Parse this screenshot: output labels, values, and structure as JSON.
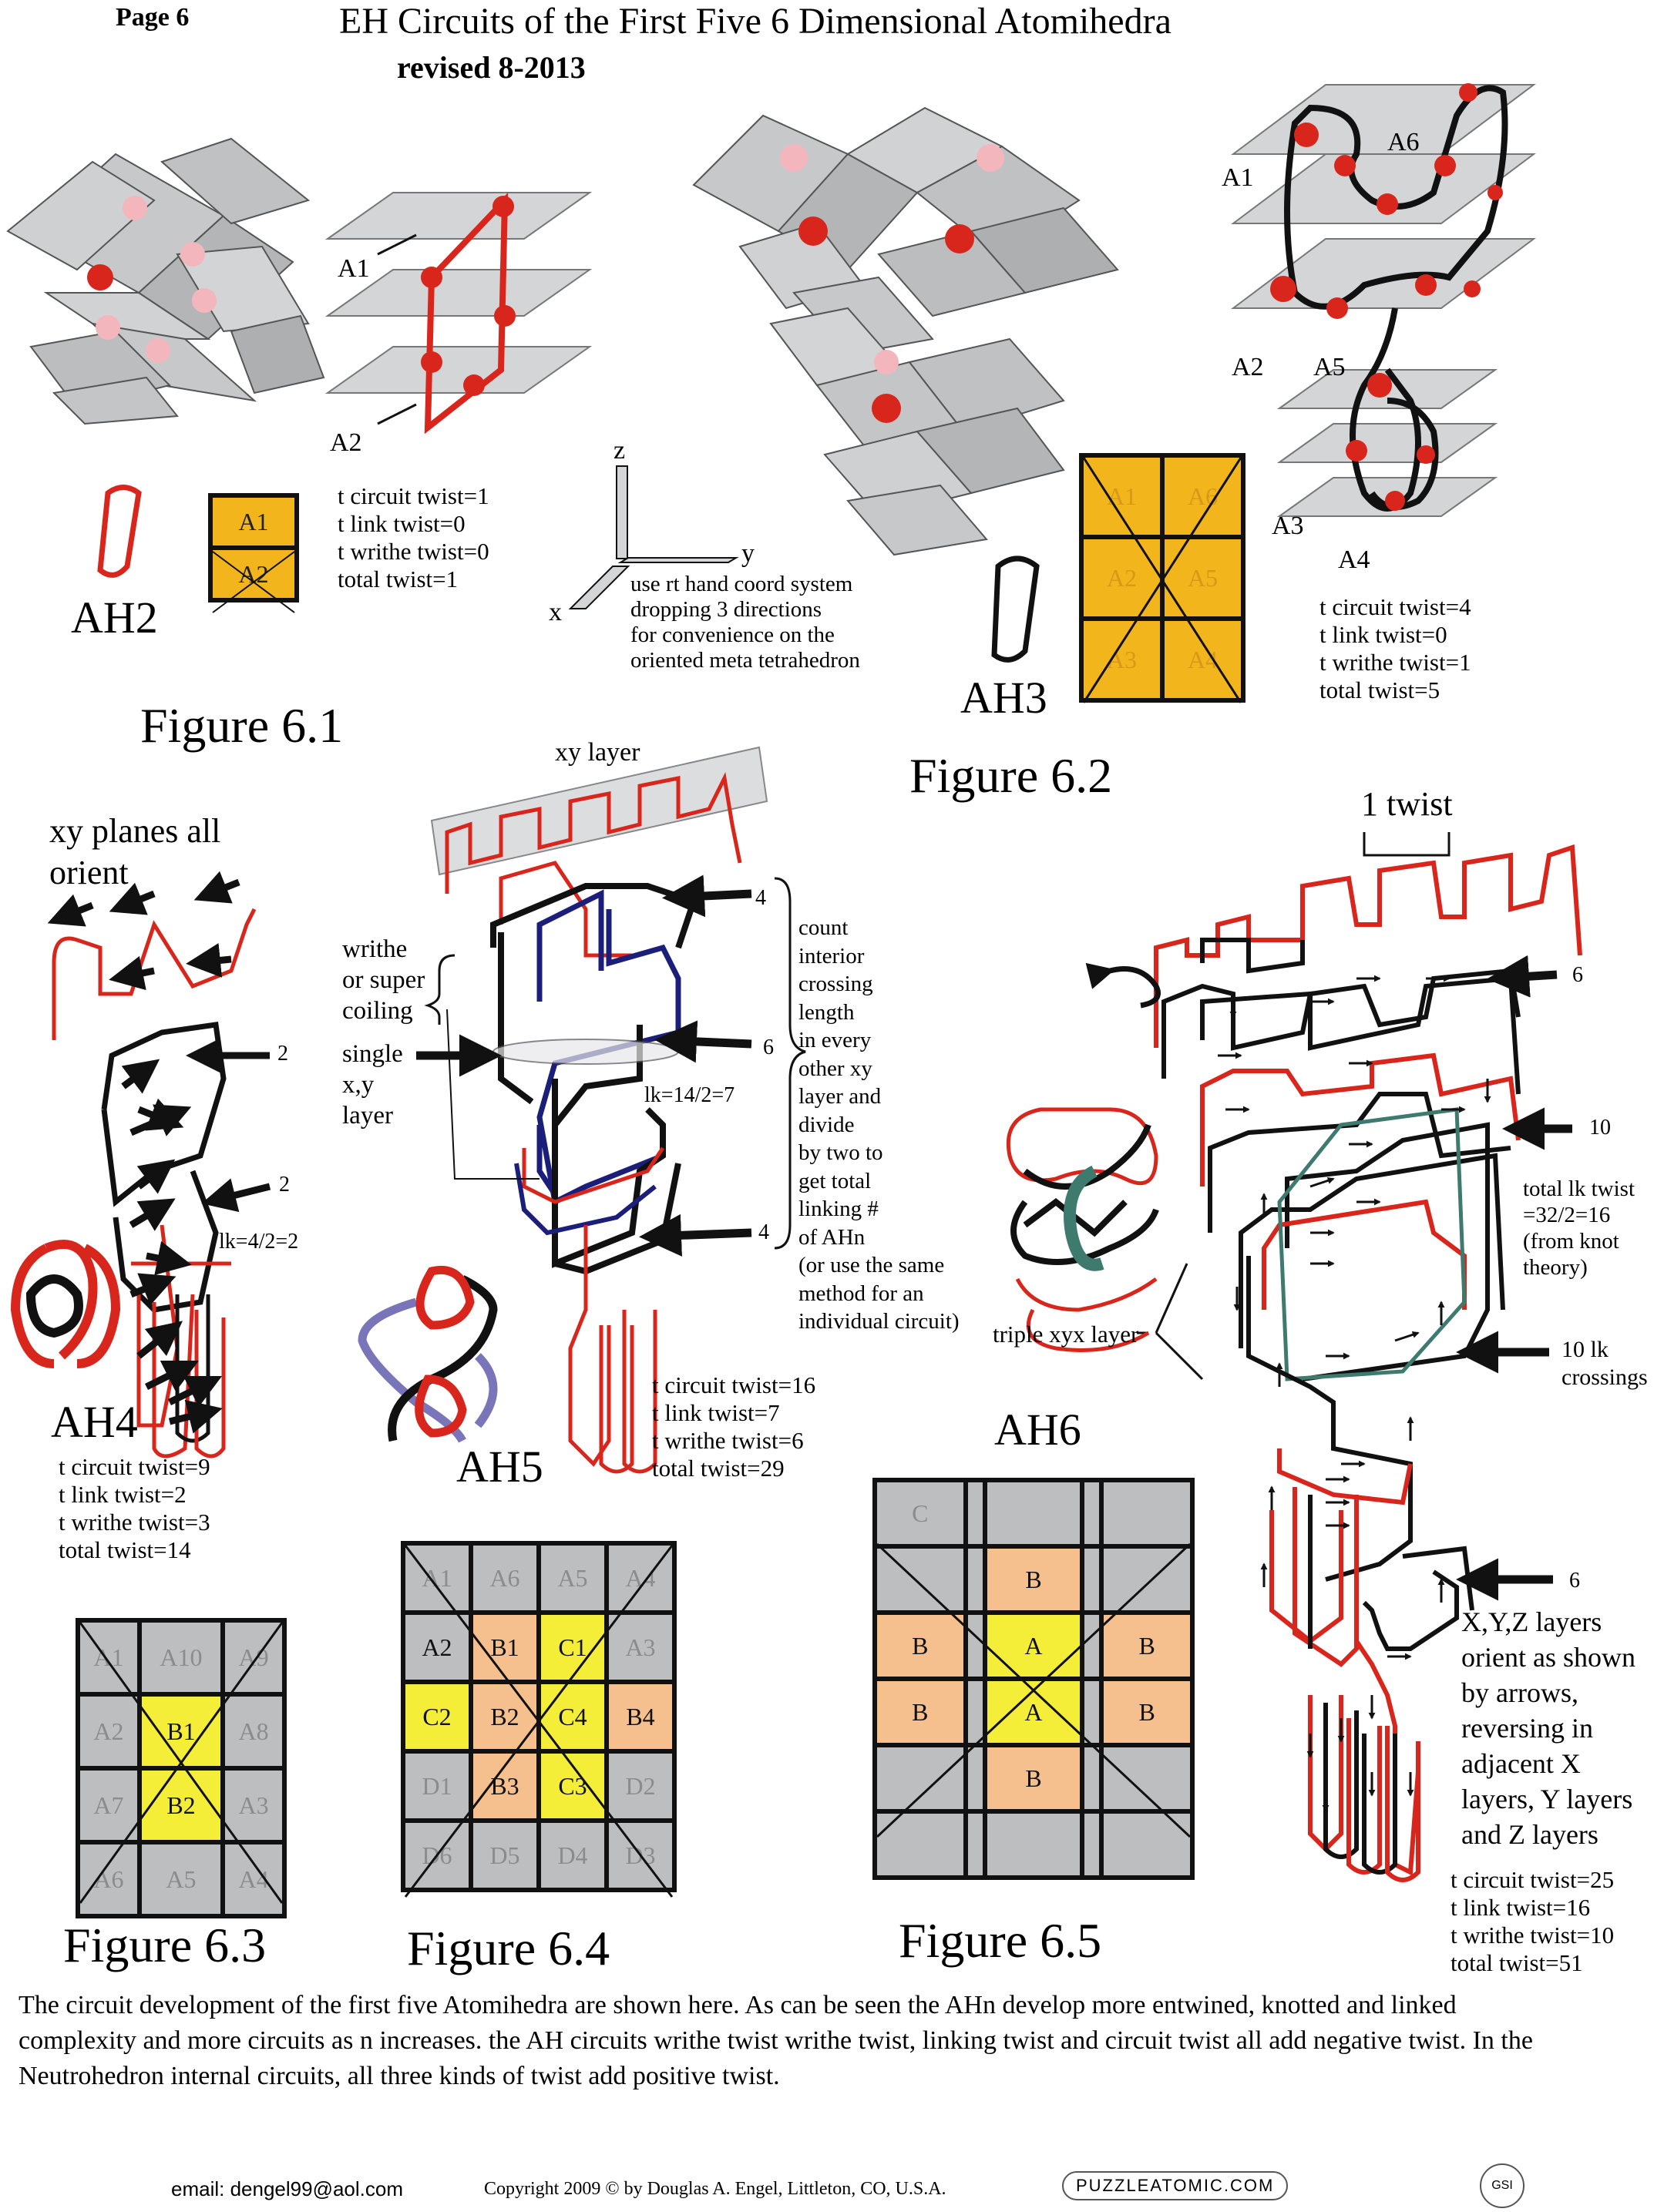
{
  "header": {
    "page": "Page 6",
    "title": "EH Circuits of the First Five  6 Dimensional Atomihedra",
    "revised": "revised 8-2013"
  },
  "colors": {
    "red": "#d9261c",
    "black": "#111111",
    "navy": "#1c1f7a",
    "teal": "#3e7a6e",
    "gold": "#f2b51c",
    "gray_cell": "#bcbec0",
    "yellow_cell": "#f5ee38",
    "peach_cell": "#f5c08d",
    "tile": "#c7c8ca",
    "pink_dot": "#f4b6bd"
  },
  "fig61": {
    "label": "Figure 6.1",
    "ah": "AH2",
    "layer_labels": [
      "A1",
      "A2"
    ],
    "table": [
      [
        "A1"
      ],
      [
        "A2"
      ]
    ],
    "stats": [
      "t circuit twist=1",
      "t link twist=0",
      "t writhe twist=0",
      "total twist=1"
    ]
  },
  "coords": {
    "axes": [
      "z",
      "y",
      "x"
    ],
    "note": [
      "use rt hand coord system",
      "dropping 3 directions",
      "for convenience on the",
      "oriented meta tetrahedron"
    ]
  },
  "fig62": {
    "label": "Figure 6.2",
    "ah": "AH3",
    "layer_labels": [
      "A1",
      "A6",
      "A2",
      "A5",
      "A3",
      "A4"
    ],
    "table": [
      [
        "A1",
        "A6"
      ],
      [
        "A2",
        "A5"
      ],
      [
        "A3",
        "A4"
      ]
    ],
    "stats": [
      "t circuit twist=4",
      "t link twist=0",
      "t writhe twist=1",
      "total twist=5"
    ]
  },
  "fig63": {
    "label": "Figure 6.3",
    "ah": "AH4",
    "heading": [
      "xy planes all",
      "orient"
    ],
    "crossings": [
      "2",
      "2"
    ],
    "lk": "lk=4/2=2",
    "stats": [
      "t circuit twist=9",
      "t link twist=2",
      "t writhe twist=3",
      "total twist=14"
    ],
    "table": [
      [
        "A1",
        "A10",
        "A9"
      ],
      [
        "A2",
        "B1",
        "A8"
      ],
      [
        "A7",
        "B2",
        "A3"
      ],
      [
        "A6",
        "A5",
        "A4"
      ]
    ]
  },
  "fig64": {
    "label": "Figure 6.4",
    "ah": "AH5",
    "xy_layer": "xy layer",
    "writhe_note": [
      "writhe",
      "or super",
      "coiling"
    ],
    "single_note": [
      "single",
      "x,y",
      "layer"
    ],
    "crossings": [
      "4",
      "6",
      "4"
    ],
    "lk": "lk=14/2=7",
    "count_note": [
      "count",
      "interior",
      "crossing",
      "length",
      "in every",
      "other xy",
      "layer and",
      "divide",
      "by two to",
      "get total",
      "linking #",
      "of AHn",
      "(or use the same",
      "method for an",
      "individual circuit)"
    ],
    "stats": [
      "t circuit twist=16",
      "t link twist=7",
      "t writhe twist=6",
      "total twist=29"
    ],
    "table": [
      [
        "A1",
        "A6",
        "A5",
        "A4"
      ],
      [
        "A2",
        "B1",
        "C1",
        "A3"
      ],
      [
        "C2",
        "B2",
        "C4",
        "B4"
      ],
      [
        "D1",
        "B3",
        "C3",
        "D2"
      ],
      [
        "D6",
        "D5",
        "D4",
        "D3"
      ]
    ]
  },
  "fig65": {
    "label": "Figure 6.5",
    "ah": "AH6",
    "twist_title": "1 twist",
    "crossings": [
      "6",
      "10",
      "6"
    ],
    "lk_note": [
      "total lk twist",
      "=32/2=16",
      "(from knot",
      "theory)"
    ],
    "lk_crossings": [
      "10 lk",
      "crossings"
    ],
    "triple": "triple xyx layer",
    "orient_note": [
      "X,Y,Z layers",
      "orient as shown",
      "by arrows,",
      "reversing in",
      "adjacent X",
      "layers, Y layers",
      "and Z layers"
    ],
    "stats": [
      "t circuit twist=25",
      "t link twist=16",
      "t writhe twist=10",
      "total twist=51"
    ],
    "table": [
      [
        "C",
        "",
        "",
        "",
        ""
      ],
      [
        "",
        "",
        "B",
        "",
        ""
      ],
      [
        "B",
        "",
        "A",
        "",
        "B"
      ],
      [
        "B",
        "",
        "A",
        "",
        "B"
      ],
      [
        "",
        "",
        "B",
        "",
        ""
      ],
      [
        "",
        "",
        "",
        "",
        ""
      ]
    ]
  },
  "paragraph": "The circuit development of the first five Atomihedra are shown here.  As can be seen the AHn develop more entwined, knotted and linked complexity and more circuits as n increases.   the AH circuits writhe twist writhe twist, linking twist and circuit twist all add  negative twist.   In the Neutrohedron internal circuits, all three kinds of twist add  positive twist.",
  "footer": {
    "email": "email: dengel99@aol.com",
    "copyright": "Copyright 2009 © by Douglas A. Engel, Littleton, CO, U.S.A.",
    "logo": "PUZZLEATOMIC.COM",
    "seal": "GSI"
  }
}
